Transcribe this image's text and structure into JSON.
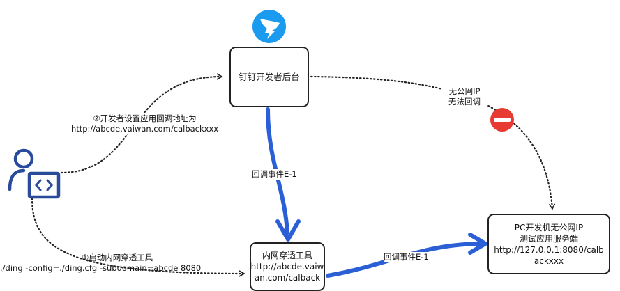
{
  "nodes": {
    "platform": {
      "lines": [
        "钉钉开发者后台"
      ]
    },
    "pc_server": {
      "lines": [
        "PC开发机无公网IP",
        "测试应用服务端",
        "http://127.0.0.1:8080/calb",
        "ackxxx"
      ]
    },
    "tunnel": {
      "lines": [
        "内网穿透工具",
        "http://abcde.vaiw",
        "an.com/calback"
      ]
    }
  },
  "edge_labels": {
    "dev_setup": [
      "②开发者设置应用回调地址为",
      "http://abcde.vaiwan.com/calbackxxx"
    ],
    "event_vertical": "回调事件E-1",
    "event_horizontal": "回调事件E-1",
    "no_public_ip": [
      "无公网IP",
      "无法回调"
    ],
    "start_tunnel": [
      "①启动内网穿透工具",
      "./ding -config=./ding.cfg -subdomain=abcde 8080"
    ]
  },
  "icons": {
    "platform_logo": "dingtalk-logo-icon",
    "developer": "developer-person-code-icon",
    "blocked": "no-entry-icon"
  },
  "colors": {
    "flow_arrow": "#2a5fd6",
    "dotted_connector": "#222222",
    "logo_bg": "#1a9bf0",
    "blocked_red": "#e63a32",
    "developer_icon": "#2a4a9c"
  }
}
